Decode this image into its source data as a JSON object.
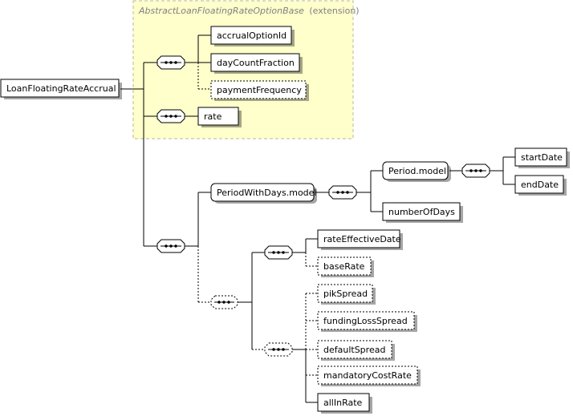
{
  "diagram": {
    "root": "LoanFloatingRateAccrual",
    "extension_box": {
      "base_type": "AbstractLoanFloatingRateOptionBase",
      "suffix": "(extension)"
    },
    "elements": {
      "accrualOptionId": "accrualOptionId",
      "dayCountFraction": "dayCountFraction",
      "paymentFrequency": "paymentFrequency",
      "rate": "rate",
      "periodWithDaysModel": "PeriodWithDays.model",
      "periodModel": "Period.model",
      "startDate": "startDate",
      "endDate": "endDate",
      "numberOfDays": "numberOfDays",
      "rateEffectiveDate": "rateEffectiveDate",
      "baseRate": "baseRate",
      "pikSpread": "pikSpread",
      "fundingLossSpread": "fundingLossSpread",
      "defaultSpread": "defaultSpread",
      "mandatoryCostRate": "mandatoryCostRate",
      "allInRate": "allInRate"
    }
  }
}
